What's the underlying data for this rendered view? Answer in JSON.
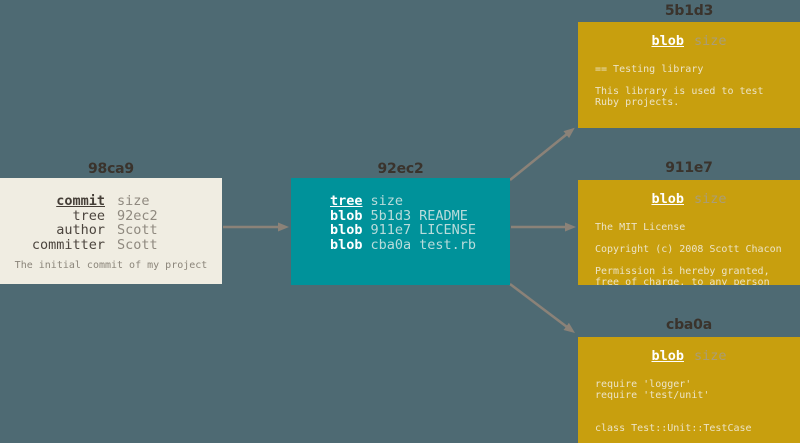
{
  "colors": {
    "background": "#4e6a73",
    "commit_box": "#f0ede2",
    "tree_box": "#00929a",
    "blob_box": "#c89f0e",
    "arrow": "#8b8278",
    "label_text": "#3a332c"
  },
  "commit": {
    "label": "98ca9",
    "rows": [
      {
        "key": "commit",
        "value": "size"
      },
      {
        "key": "tree",
        "value": "92ec2"
      },
      {
        "key": "author",
        "value": "Scott"
      },
      {
        "key": "committer",
        "value": "Scott"
      }
    ],
    "note": "The initial commit of my project"
  },
  "tree": {
    "label": "92ec2",
    "header": {
      "type": "tree",
      "size": "size"
    },
    "entries": [
      {
        "type": "blob",
        "hash": "5b1d3",
        "name": "README"
      },
      {
        "type": "blob",
        "hash": "911e7",
        "name": "LICENSE"
      },
      {
        "type": "blob",
        "hash": "cba0a",
        "name": "test.rb"
      }
    ]
  },
  "blobs": [
    {
      "label": "5b1d3",
      "header": {
        "type": "blob",
        "size": "size"
      },
      "lines": [
        "== Testing library",
        "",
        "This library is used to test",
        "Ruby projects."
      ]
    },
    {
      "label": "911e7",
      "header": {
        "type": "blob",
        "size": "size"
      },
      "lines": [
        "The MIT License",
        "",
        "Copyright (c) 2008 Scott Chacon",
        "",
        "Permission is hereby granted,",
        "free of charge, to any person"
      ]
    },
    {
      "label": "cba0a",
      "header": {
        "type": "blob",
        "size": "size"
      },
      "lines": [
        "require 'logger'",
        "require 'test/unit'",
        "",
        "",
        "class Test::Unit::TestCase"
      ]
    }
  ],
  "arrows": [
    {
      "from": "98ca9",
      "to": "92ec2"
    },
    {
      "from": "92ec2",
      "to": "5b1d3"
    },
    {
      "from": "92ec2",
      "to": "911e7"
    },
    {
      "from": "92ec2",
      "to": "cba0a"
    }
  ]
}
